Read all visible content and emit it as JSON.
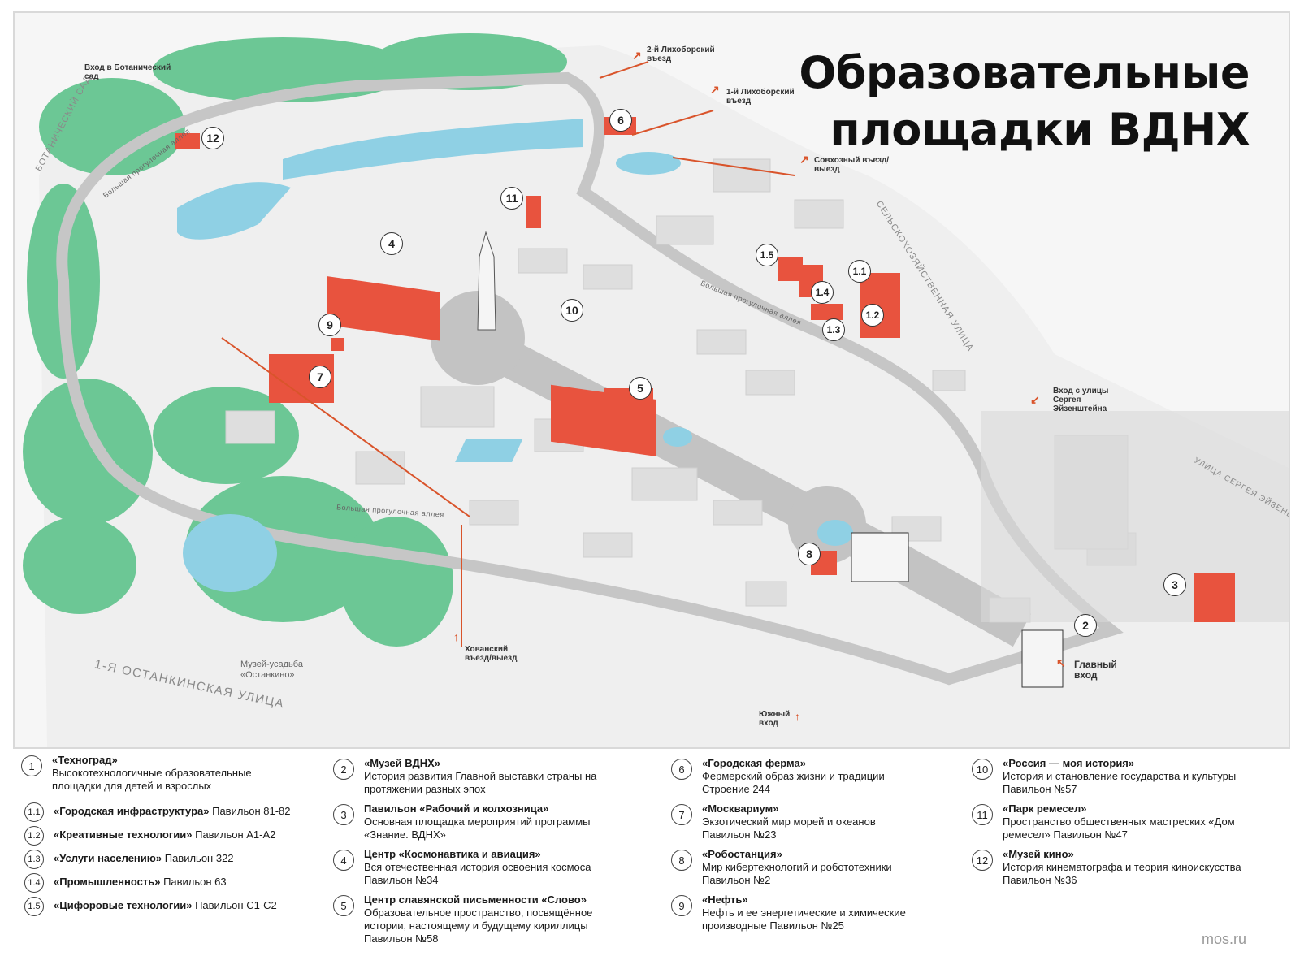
{
  "title": {
    "line1": "Образовательные",
    "line2": "площадки ВДНХ"
  },
  "colors": {
    "water": "#8fd0e4",
    "tree": "#5fc58d",
    "road": "#c9c9c9",
    "block": "#ececec",
    "building": "#dcdcdc",
    "highlight": "#e8533e",
    "accent_line": "#d9542b"
  },
  "map_labels": {
    "botanic_entrance": "Вход в Ботанический сад",
    "likhobor2": "2-й Лихоборский въезд",
    "likhobor1": "1-й Лихоборский въезд",
    "sovkhoz": "Совхозный въезд/выезд",
    "eisenstein_entrance": "Вход с улицы Сергея Эйзенштейна",
    "main_entrance": "Главный вход",
    "south_entrance": "Южный вход",
    "khovansky": "Хованский въезд/выезд",
    "ostankino_museum": "Музей-усадьба «Останкино»"
  },
  "streets": {
    "botanic": "БОТАНИЧЕСКИЙ САД",
    "selsko": "СЕЛЬСКОХОЗЯЙСТВЕННАЯ УЛИЦА",
    "eisenstein": "УЛИЦА СЕРГЕЯ ЭЙЗЕНШТЕЙНА",
    "ostankinskaya": "1-Я ОСТАНКИНСКАЯ УЛИЦА",
    "alley_nw": "Большая прогулочная аллея",
    "alley_ne": "Большая прогулочная аллея",
    "alley_s": "Большая прогулочная аллея"
  },
  "markers": [
    "1.1",
    "1.2",
    "1.3",
    "1.4",
    "1.5",
    "2",
    "3",
    "4",
    "5",
    "6",
    "7",
    "8",
    "9",
    "10",
    "11",
    "12"
  ],
  "legend": [
    {
      "num": "1",
      "title": "«Техноград»",
      "desc": "Высокотехнологичные образовательные площадки для детей и взрослых"
    },
    {
      "num": "1.1",
      "title": "«Городская инфраструктура»",
      "rest": " Павильон 81-82"
    },
    {
      "num": "1.2",
      "title": "«Креативные технологии»",
      "rest": " Павильон А1-А2"
    },
    {
      "num": "1.3",
      "title": "«Услуги населению»",
      "rest": " Павильон 322"
    },
    {
      "num": "1.4",
      "title": "«Промышленность»",
      "rest": " Павильон 63"
    },
    {
      "num": "1.5",
      "title": "«Цифоровые технологии»",
      "rest": " Павильон С1-С2"
    },
    {
      "num": "2",
      "title": "«Музей ВДНХ»",
      "desc": "История развития Главной выставки страны на протяжении разных эпох"
    },
    {
      "num": "3",
      "title": "Павильон «Рабочий и колхозница»",
      "desc": "Основная площадка мероприятий программы «Знание. ВДНХ»"
    },
    {
      "num": "4",
      "title": "Центр «Космонавтика и авиация»",
      "desc": "Вся отечественная история освоения космоса Павильон №34"
    },
    {
      "num": "5",
      "title": "Центр славянской письменности «Слово»",
      "desc": "Образовательное пространство, посвящённое истории, настоящему и будущему кириллицы Павильон №58"
    },
    {
      "num": "6",
      "title": "«Городская ферма»",
      "desc": "Фермерский образ жизни и традиции Строение 244"
    },
    {
      "num": "7",
      "title": "«Москвариум»",
      "desc": "Экзотический мир морей и океанов Павильон №23"
    },
    {
      "num": "8",
      "title": "«Робостанция»",
      "desc": "Мир кибертехнологий и робототехники Павильон №2"
    },
    {
      "num": "9",
      "title": "«Нефть»",
      "desc": "Нефть и ее энергетические и химические производные Павильон №25"
    },
    {
      "num": "10",
      "title": "«Россия — моя история»",
      "desc": "История и становление государства и культуры Павильон №57"
    },
    {
      "num": "11",
      "title": "«Парк ремесел»",
      "desc": "Пространство общественных мастреских «Дом ремесел» Павильон №47"
    },
    {
      "num": "12",
      "title": "«Музей кино»",
      "desc": "История кинематографа и теория киноискусства Павильон №36"
    }
  ],
  "source": "mos.ru"
}
